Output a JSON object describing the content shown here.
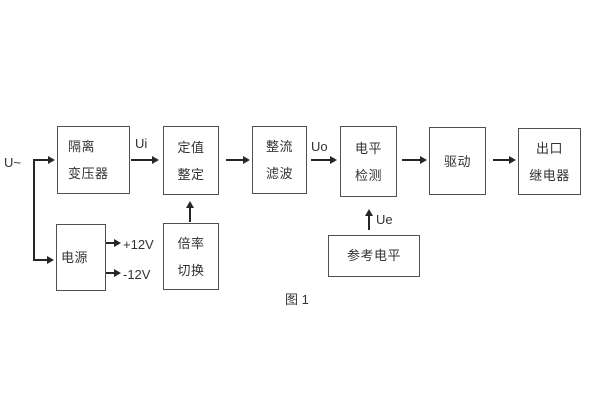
{
  "figure": {
    "caption": "图 1",
    "input_label": "U~",
    "colors": {
      "background": "#ffffff",
      "box_border": "#4f4f4f",
      "connector": "#262626",
      "text": "#333333"
    },
    "boxes": {
      "isolation": {
        "line1": "隔离",
        "line2": "变压器"
      },
      "setting": {
        "line1": "定值",
        "line2": "整定"
      },
      "rectifier": {
        "line1": "整流",
        "line2": "滤波"
      },
      "level": {
        "line1": "电平",
        "line2": "检测"
      },
      "drive": {
        "line1": "驱动"
      },
      "relay": {
        "line1": "出口",
        "line2": "继电器"
      },
      "power": {
        "line1": "电源"
      },
      "multiplier": {
        "line1": "倍率",
        "line2": "切换"
      },
      "reference": {
        "line1": "参考电平"
      }
    },
    "signals": {
      "ui": "Ui",
      "uo": "Uo",
      "ue": "Ue",
      "plus12": "+12V",
      "minus12": "-12V"
    }
  }
}
